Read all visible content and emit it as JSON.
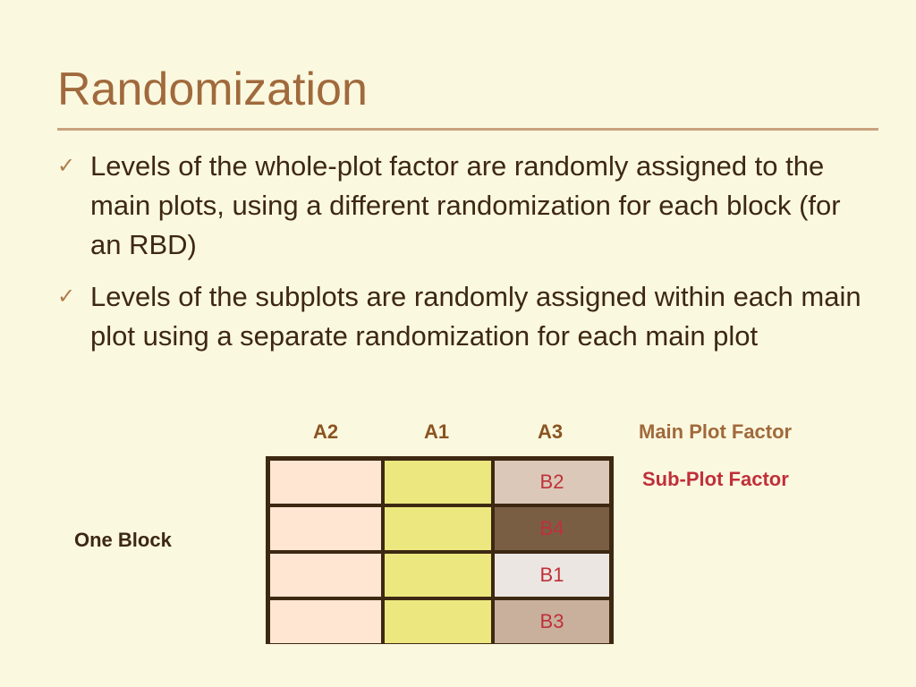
{
  "slide": {
    "title": "Randomization",
    "bullets": [
      "Levels of the whole-plot factor are randomly assigned to the main plots, using a different randomization for each block (for an RBD)",
      "Levels of the subplots are randomly assigned within each main plot using a separate randomization for each main plot"
    ],
    "check_glyph": "✓"
  },
  "diagram": {
    "columns": [
      "A2",
      "A1",
      "A3"
    ],
    "main_plot_label": "Main Plot Factor",
    "sub_plot_label": "Sub-Plot Factor",
    "block_label": "One Block",
    "sub_plots": [
      {
        "label": "B2",
        "color": "#dbc8b8"
      },
      {
        "label": "B4",
        "color": "#7a5e44"
      },
      {
        "label": "B1",
        "color": "#ebe6e2"
      },
      {
        "label": "B3",
        "color": "#c8b09c"
      }
    ],
    "colors": {
      "a2_cell": "#fee6d2",
      "a1_cell": "#ede77f",
      "grid_border": "#3d2812",
      "title": "#a06a3c",
      "sub_plot_text": "#c0303a"
    }
  }
}
